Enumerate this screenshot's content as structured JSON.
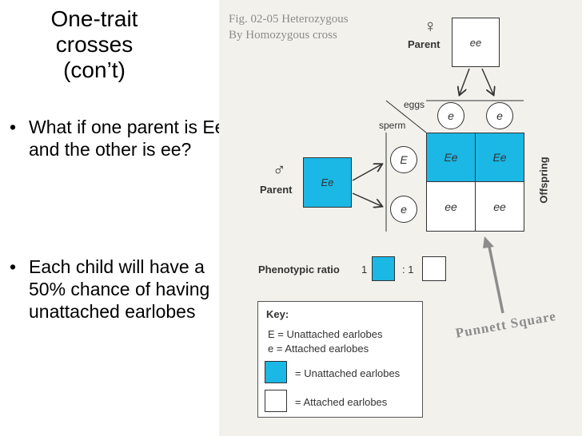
{
  "slide": {
    "title_lines": [
      "One-trait",
      "crosses",
      "(con’t)"
    ],
    "bullets": [
      "What if one parent is Ee and the other is ee?",
      "Each child will have a 50% chance of having unattached earlobes"
    ],
    "bullet_marker": "•"
  },
  "figure": {
    "caption_line1": "Fig. 02-05  Heterozygous",
    "caption_line2": "By Homozygous cross",
    "female_symbol": "♀",
    "male_symbol": "♂",
    "female_parent_label": "Parent",
    "male_parent_label": "Parent",
    "female_genotype": "ee",
    "male_genotype": "Ee",
    "eggs_label": "eggs",
    "sperm_label": "sperm",
    "offspring_label": "Offspring",
    "egg_gametes": [
      "e",
      "e"
    ],
    "sperm_gametes": [
      "E",
      "e"
    ],
    "grid": [
      [
        "Ee",
        "Ee"
      ],
      [
        "ee",
        "ee"
      ]
    ],
    "grid_colors": [
      [
        "#1bb7e5",
        "#1bb7e5"
      ],
      [
        "#ffffff",
        "#ffffff"
      ]
    ],
    "phenotypic_ratio_label": "Phenotypic ratio",
    "ratio_left": "1",
    "ratio_sep": ": 1",
    "key": {
      "title": "Key:",
      "line1": "E =  Unattached earlobes",
      "line2": "e =  Attached earlobes",
      "swatch1_label": "= Unattached earlobes",
      "swatch2_label": "= Attached earlobes"
    },
    "annotation": "Punnett Square",
    "colors": {
      "dominant": "#1bb7e5",
      "recessive": "#ffffff",
      "panel_bg": "#f2f1ec"
    }
  }
}
